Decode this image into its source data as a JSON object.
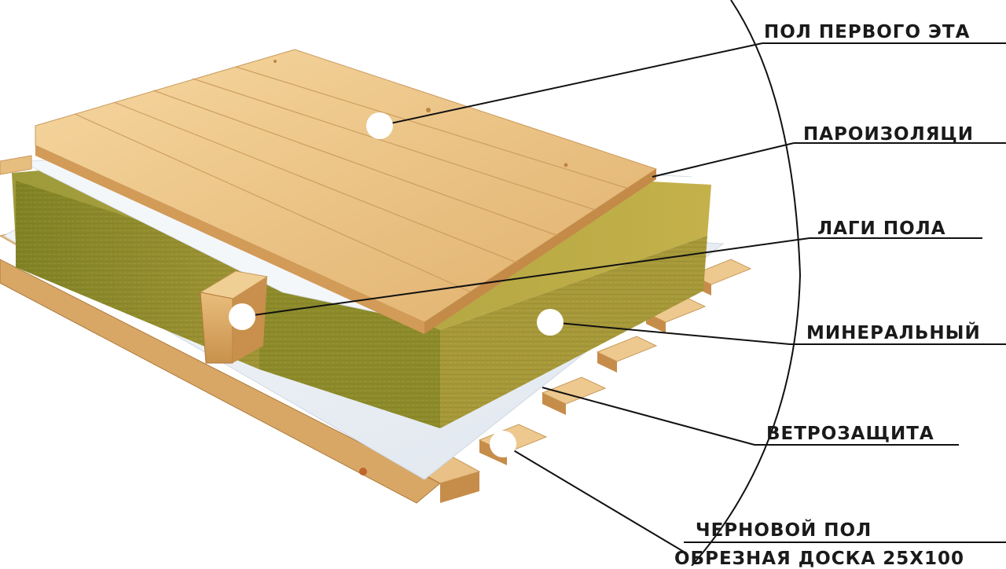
{
  "labels": {
    "first_floor": "ПОЛ ПЕРВОГО ЭТА",
    "vapor_barrier": "ПАРОИЗОЛЯЦИ",
    "floor_joists": "ЛАГИ ПОЛА",
    "mineral": "МИНЕРАЛЬНЫЙ",
    "wind_barrier": "ВЕТРОЗАЩИТА",
    "subfloor": "ЧЕРНОВОЙ ПОЛ",
    "subfloor_board": "ОБРЕЗНАЯ ДОСКА 25Х100"
  },
  "colors": {
    "wood_light": "#f0c98c",
    "wood_mid": "#dba866",
    "wood_dark": "#b8803e",
    "insulation_top": "#b8a640",
    "insulation_side": "#8a8a26",
    "membrane": "#eef2f6",
    "line": "#111111"
  }
}
